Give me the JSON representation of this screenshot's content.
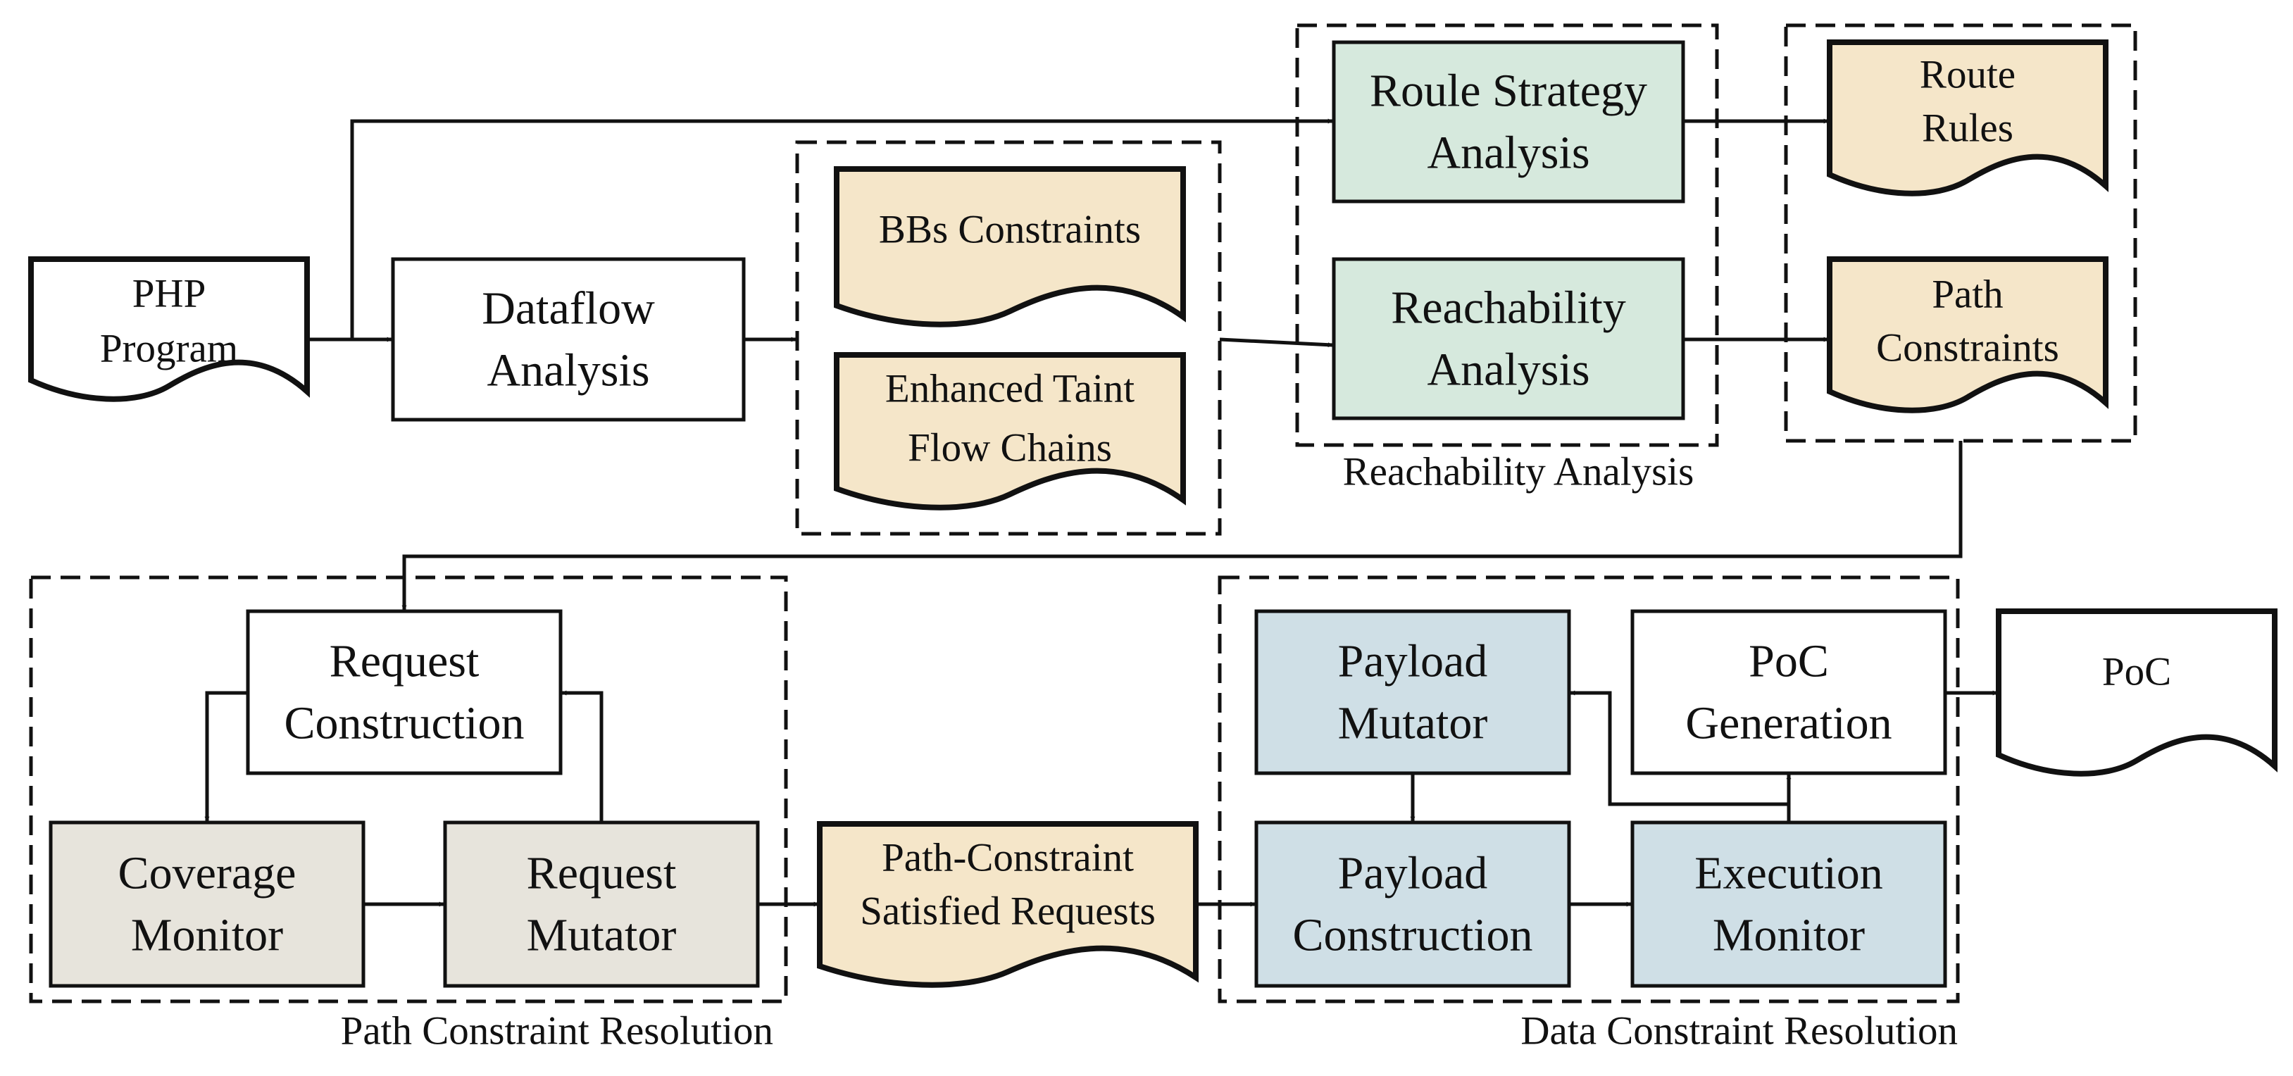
{
  "colors": {
    "stroke": "#111111",
    "document_fill": "#f5e6c9",
    "route_analysis_fill": "#d6e9dd",
    "request_phase_fill": "#e7e4dc",
    "data_phase_fill": "#cfdfe6",
    "plain_fill": "#ffffff"
  },
  "groups": {
    "reachability": "Reachability Analysis",
    "path_resolution": "Path Constraint Resolution",
    "data_resolution": "Data Constraint Resolution"
  },
  "nodes": {
    "php_program": [
      "PHP",
      "Program"
    ],
    "dataflow_analysis": [
      "Dataflow",
      "Analysis"
    ],
    "bbs_constraints": [
      "BBs Constraints"
    ],
    "enhanced_taint": [
      "Enhanced Taint",
      "Flow Chains"
    ],
    "route_strategy": [
      "Roule Strategy",
      "Analysis"
    ],
    "reachability_analysis": [
      "Reachability",
      "Analysis"
    ],
    "route_rules": [
      "Route",
      "Rules"
    ],
    "path_constraints": [
      "Path",
      "Constraints"
    ],
    "request_construction": [
      "Request",
      "Construction"
    ],
    "coverage_monitor": [
      "Coverage",
      "Monitor"
    ],
    "request_mutator": [
      "Request",
      "Mutator"
    ],
    "path_satisfied": [
      "Path-Constraint",
      "Satisfied Requests"
    ],
    "payload_mutator": [
      "Payload",
      "Mutator"
    ],
    "poc_generation": [
      "PoC",
      "Generation"
    ],
    "payload_construction": [
      "Payload",
      "Construction"
    ],
    "execution_monitor": [
      "Execution",
      "Monitor"
    ],
    "poc": [
      "PoC"
    ]
  }
}
